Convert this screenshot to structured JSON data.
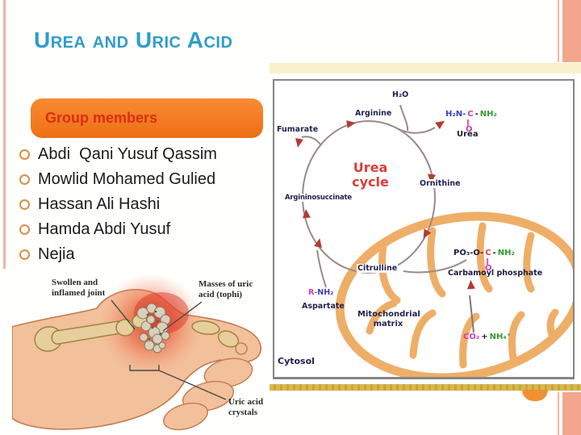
{
  "slide": {
    "title": "Urea and Uric Acid"
  },
  "colors": {
    "title_teal": "#2e9dc9",
    "banner_orange": "#f2781f",
    "banner_text_red": "#da2e12",
    "side_bar_salmon": "#f2a68c",
    "pale_yellow": "#faf0cb",
    "gold_strip": "#d8b850",
    "mitochondria_orange": "#efae67",
    "arrow_red": "#b23b30",
    "cycle_title_red": "#e03b3b",
    "diagram_label_navy": "#22224f"
  },
  "group_box": {
    "label": "Group members"
  },
  "members": [
    "Abdi  Qani Yusuf Qassim",
    "Mowlid Mohamed Gulied",
    "Hassan Ali Hashi",
    "Hamda Abdi Yusuf",
    "Nejia"
  ],
  "diagram": {
    "cycle_title": "Urea\ncycle",
    "labels": {
      "h2o": "H₂O",
      "arginine": "Arginine",
      "fumarate": "Fumarate",
      "argininosuccinate": "Argininosuccinate",
      "ornithine": "Ornithine",
      "citrulline": "Citrulline",
      "r_prefix": "R-",
      "r_nh2": "NH₂",
      "aspartate": "Aspartate",
      "mito_matrix": "Mitochondrial\nmatrix",
      "cytosol": "Cytosol"
    },
    "urea_formula": {
      "h2n": "H₂N-",
      "c": "C",
      "dash": "-",
      "nh2": "NH₂",
      "bond": "‖",
      "o": "O",
      "name": "Urea"
    },
    "carbamoyl_formula": {
      "po": "PO₃-O-",
      "c": "C",
      "dash": "-",
      "nh2": "NH₂",
      "bond": "‖",
      "o": "O",
      "name": "Carbamoyl phosphate"
    },
    "inputs": {
      "co2": "CO₂",
      "plus": "+",
      "nh4": "NH₄⁺"
    }
  },
  "foot_figure": {
    "swollen": "Swollen and\ninflamed joint",
    "masses": "Masses of uric\nacid (tophi)",
    "crystals": "Uric acid\ncrystals"
  }
}
